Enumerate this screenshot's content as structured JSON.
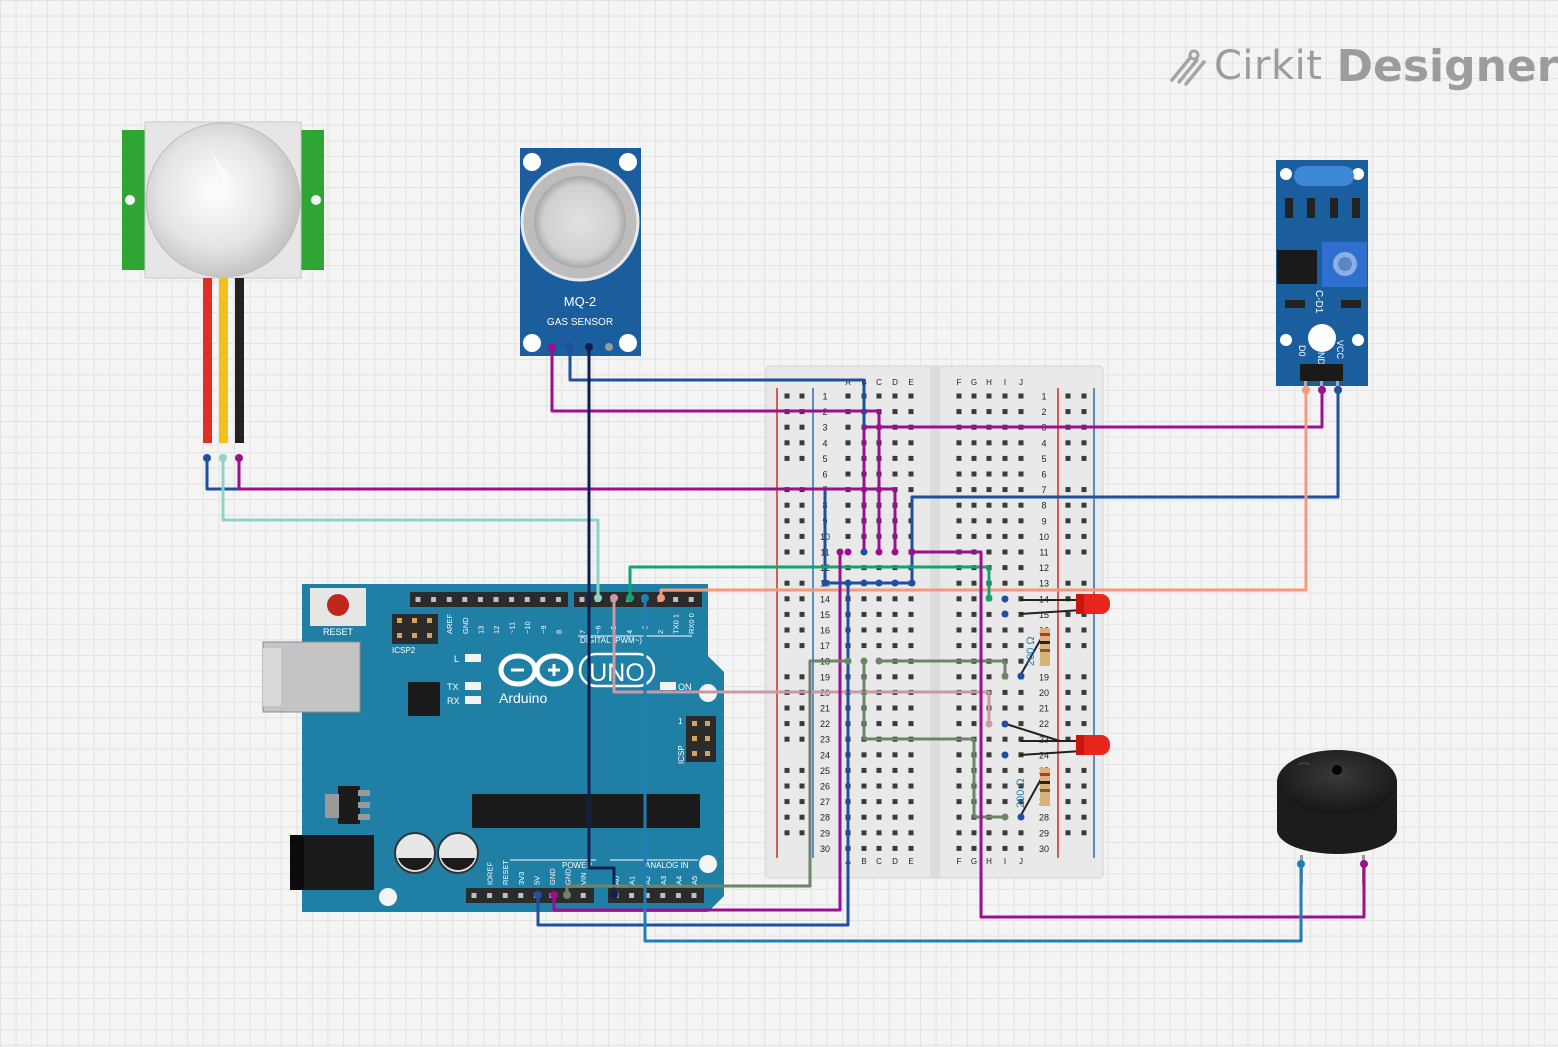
{
  "brand": {
    "name_light": "Cirkit",
    "name_bold": "Designer"
  },
  "colors": {
    "arduino": "#1f7fa5",
    "sensor_board": "#1b5e9e",
    "wire_blue": "#1f4fa0",
    "wire_purple": "#9b108f",
    "wire_teal": "#8fd3c8",
    "wire_green": "#14a36f",
    "wire_salmon": "#f49a7c",
    "wire_pink": "#c89aa8",
    "wire_olive": "#6e8469",
    "wire_navy": "#0f2050",
    "wire_sky": "#1d7fb5",
    "led": "#e8261e"
  },
  "components": {
    "mq2": {
      "title": "MQ-2",
      "subtitle": "GAS SENSOR"
    },
    "sound_sensor": {
      "pins": [
        "D0",
        "GND",
        "VCC"
      ],
      "chip": "C-D1"
    },
    "arduino": {
      "logo_text": "UNO",
      "brand": "Arduino",
      "reset": "RESET",
      "icsp2": "ICSP2",
      "icsp": "ICSP",
      "led_l": "L",
      "led_tx": "TX",
      "led_rx": "RX",
      "on": "ON",
      "digital": "DIGITAL (PWM~)",
      "power": "POWER",
      "analog": "ANALOG IN",
      "top_pins": [
        "AREF",
        "GND",
        "13",
        "12",
        "~11",
        "~10",
        "~9",
        "8",
        "7",
        "~6",
        "~5",
        "4",
        "~3",
        "2",
        "TX0 1",
        "RX0 0"
      ],
      "bottom_pins": [
        "IOREF",
        "RESET",
        "3V3",
        "5V",
        "GND",
        "GND",
        "VIN",
        "A0",
        "A1",
        "A2",
        "A3",
        "A4",
        "A5"
      ],
      "icsp_pin1": "1"
    },
    "breadboard": {
      "cols_left": [
        "A",
        "B",
        "C",
        "D",
        "E"
      ],
      "cols_right": [
        "F",
        "G",
        "H",
        "I",
        "J"
      ],
      "rows": 30
    },
    "resistors": [
      "200 Ω",
      "200 Ω"
    ]
  }
}
